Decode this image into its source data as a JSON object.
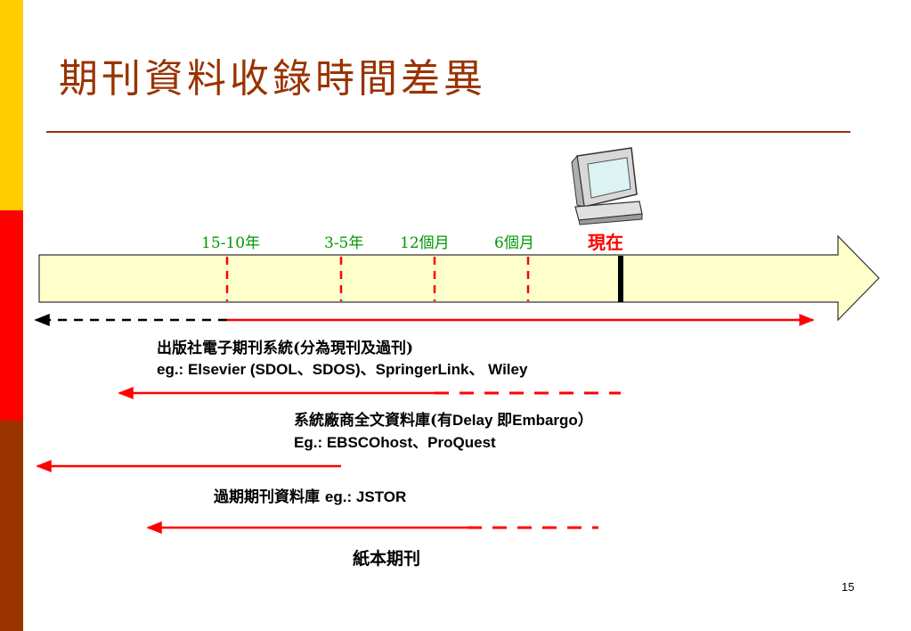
{
  "slide": {
    "title": "期刊資料收錄時間差異",
    "page_number": "15"
  },
  "timeline": {
    "ticks": [
      {
        "label": "15-10年"
      },
      {
        "label": "3-5年"
      },
      {
        "label": "12個月"
      },
      {
        "label": "6個月"
      }
    ],
    "now_label": "現在",
    "computer_icon": "computer-icon"
  },
  "sources": [
    {
      "line1_cjk": "出版社電子期刊系統(分為現刊及過刊)",
      "line2": "eg.: Elsevier (SDOL、SDOS)、SpringerLink、 Wiley"
    },
    {
      "line1_cjk": "系統廠商全文資料庫(有",
      "line1_lat_a": "Delay ",
      "line1_cjk_b": "即",
      "line1_lat_b": "Embargo",
      "line1_cjk_c": "）",
      "line2": "Eg.: EBSCOhost、ProQuest"
    },
    {
      "line1_cjk": "過期期刊資料庫 ",
      "line1_lat": "eg.: JSTOR"
    },
    {
      "line1_cjk": "紙本期刊"
    }
  ],
  "colors": {
    "title": "#993300",
    "tick_label": "#009900",
    "now_label": "#ff0000",
    "arrow_fill": "#ffffcc",
    "coverage_line": "#ff0000"
  }
}
